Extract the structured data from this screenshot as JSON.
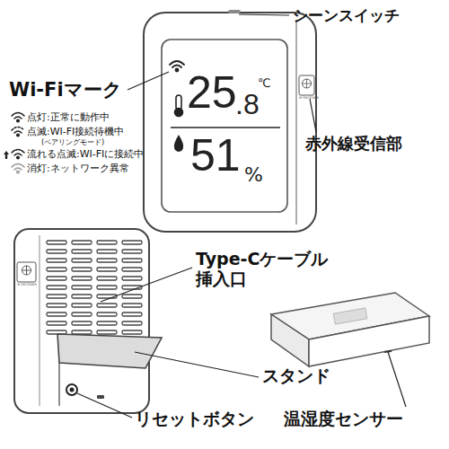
{
  "diagram": {
    "labels": [
      "シーンスイッチ",
      "Wi-Fiマーク",
      "25",
      ".8",
      "℃",
      "51",
      "%",
      "IR RECEIVER",
      "点灯:正常に動作中",
      "点滅:WI-FI接続待機中",
      "(ペアリングモード)",
      "流れる点滅:WI-FIに接続中",
      "消灯:ネットワーク異常",
      "赤外線受信部",
      "Type-Cケーブル 挿入口",
      "IR RECEIVER",
      "スタンド",
      "リセットボタン",
      "温湿度センサー"
    ]
  }
}
